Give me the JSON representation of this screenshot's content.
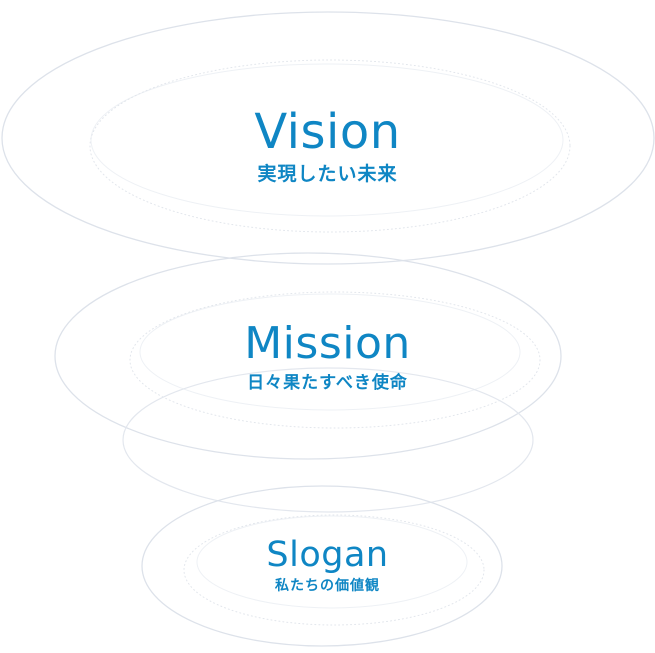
{
  "theme": {
    "accent": "#0f86c4",
    "ring_color": "#dde2ea",
    "ring_color_faint": "#eceff4"
  },
  "tiers": [
    {
      "title": "Vision",
      "subtitle": "実現したい未来"
    },
    {
      "title": "Mission",
      "subtitle": "日々果たすべき使命"
    },
    {
      "title": "Slogan",
      "subtitle": "私たちの価値観"
    }
  ]
}
